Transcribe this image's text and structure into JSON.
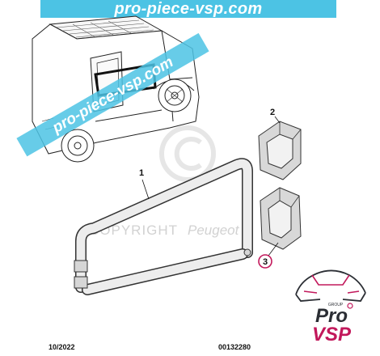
{
  "watermark": {
    "banner_text": "pro-piece-vsp.com",
    "diagonal_text": "pro-piece-vsp.com",
    "copyright_text": "COPYRIGHT",
    "copyright_brand": "Peugeot"
  },
  "callouts": [
    "1",
    "2",
    "3"
  ],
  "footer": {
    "date": "10/2022",
    "reference": "00132280"
  },
  "logo": {
    "small_text": "GROUP",
    "line1": "Pro",
    "line2": "VSP"
  },
  "colors": {
    "banner": "#4cc3e4",
    "highlight": "#c2185b",
    "logo_dark": "#2b2e34",
    "logo_accent": "#c2185b"
  }
}
